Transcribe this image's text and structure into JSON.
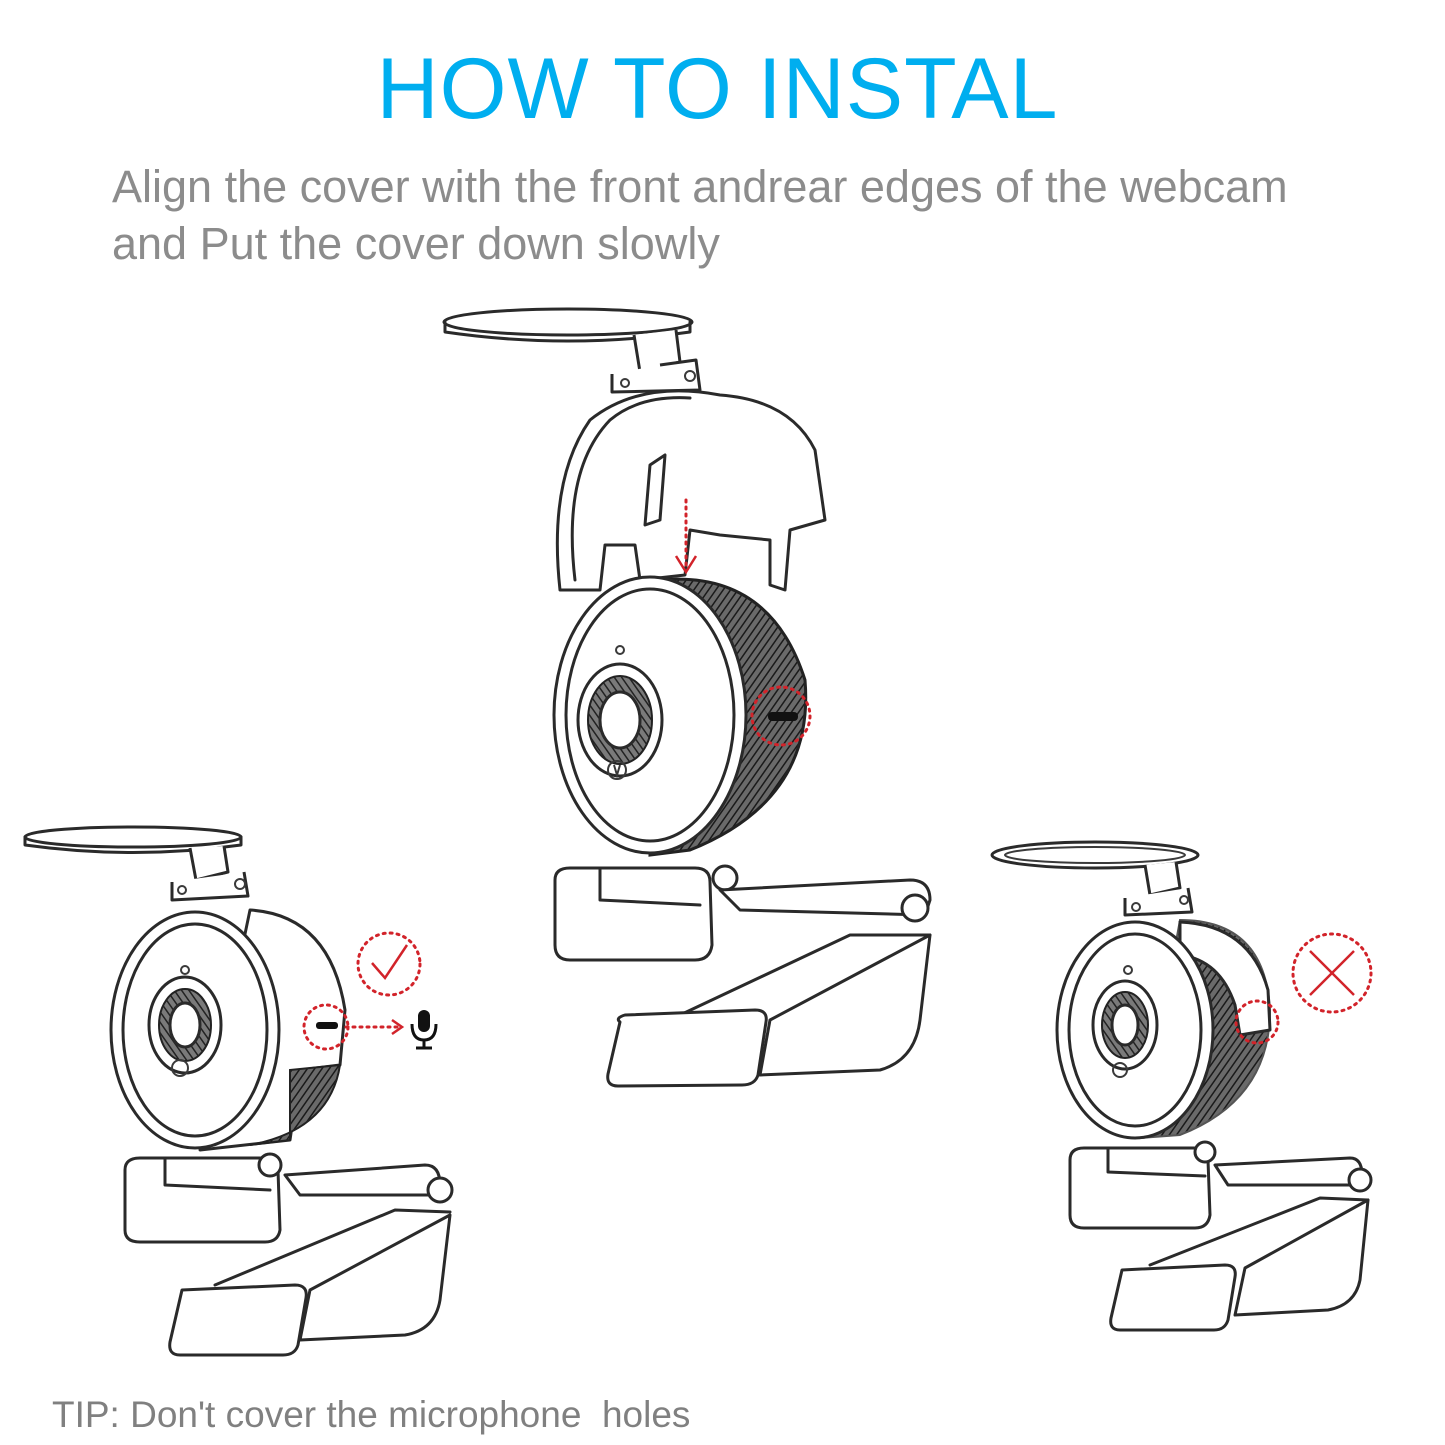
{
  "title": "HOW TO INSTAL",
  "instruction": "Align the cover with the front andrear edges of the webcam and Put the cover down slowly",
  "tip": "TIP: Don't cover the microphone  holes",
  "colors": {
    "title": "#00aeef",
    "text": "#8c8c8c",
    "line_art": "#2a2a2a",
    "marker": "#d2232a"
  },
  "figures": {
    "center": {
      "icons": [
        "webcam-icon",
        "privacy-cover-icon",
        "down-arrow-icon",
        "mic-hole-marker-icon"
      ]
    },
    "left": {
      "icons": [
        "webcam-icon",
        "privacy-cover-icon",
        "checkmark-icon",
        "microphone-icon"
      ],
      "status": "correct"
    },
    "right": {
      "icons": [
        "webcam-icon",
        "privacy-cover-icon",
        "cross-icon"
      ],
      "status": "incorrect"
    }
  }
}
